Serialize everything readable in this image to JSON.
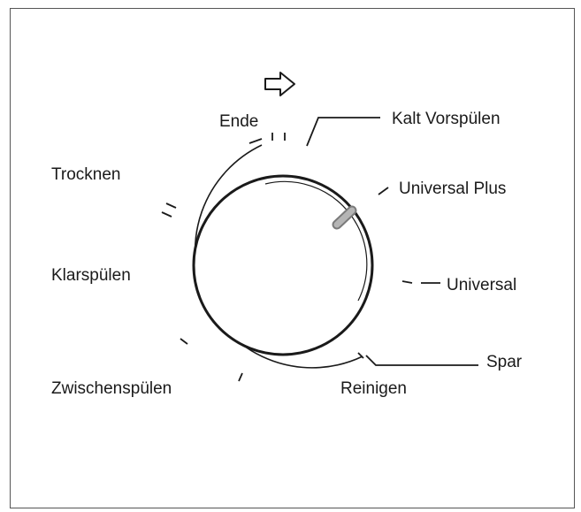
{
  "direction_icon": "arrow-right-outline-icon",
  "colors": {
    "line": "#1a1a1a",
    "frame": "#555555",
    "pointer": "#b5b5b5"
  },
  "programs": {
    "ende": "Ende",
    "trocknen": "Trocknen",
    "klarspuelen": "Klarspülen",
    "zwischenspuelen": "Zwischenspülen",
    "reinigen": "Reinigen",
    "spar": "Spar",
    "universal": "Universal",
    "universal_plus": "Universal Plus",
    "kalt_vorspuelen": "Kalt Vorspülen"
  }
}
